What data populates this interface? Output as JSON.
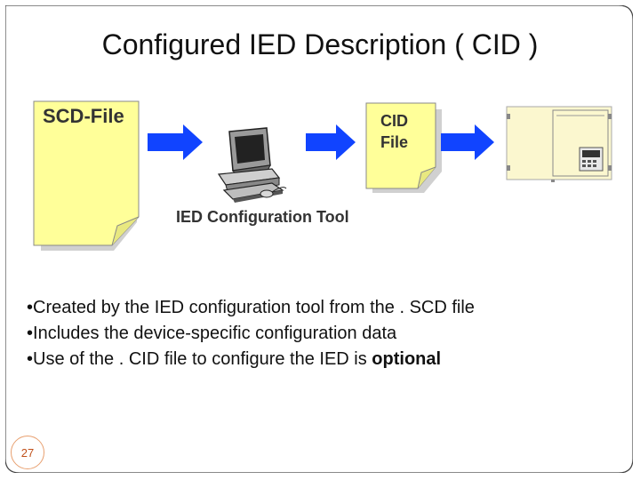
{
  "slide": {
    "title": "Configured IED Description ( CID )",
    "page_number": "27"
  },
  "diagram": {
    "scd_file_label": "SCD-File",
    "cid_file_label_line1": "CID",
    "cid_file_label_line2": "File",
    "tool_label": "IED Configuration Tool",
    "colors": {
      "document_fill": "#ffff99",
      "arrow_fill": "#1144ff",
      "device_fill": "#fbf7cf"
    }
  },
  "bullets": [
    {
      "text": "Created by the IED configuration tool from the . SCD file",
      "bold": ""
    },
    {
      "text": "Includes the device-specific configuration data",
      "bold": ""
    },
    {
      "text": "Use of the . CID file to configure the IED is ",
      "bold": "optional"
    }
  ]
}
